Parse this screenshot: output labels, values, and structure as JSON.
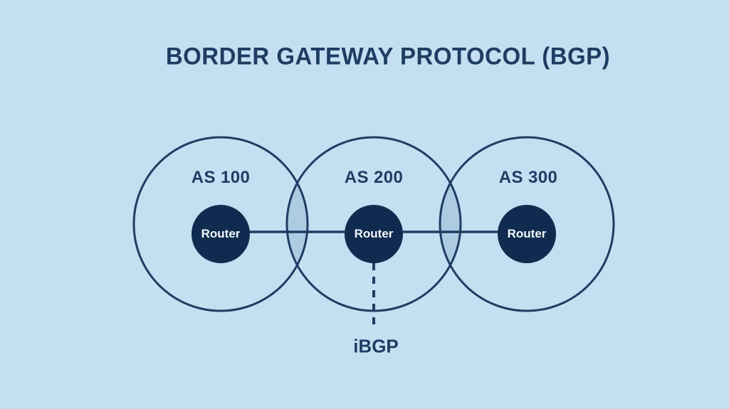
{
  "title": "BORDER GATEWAY PROTOCOL (BGP)",
  "diagram": {
    "as_systems": [
      {
        "label": "AS 100",
        "router_label": "Router"
      },
      {
        "label": "AS 200",
        "router_label": "Router"
      },
      {
        "label": "AS 300",
        "router_label": "Router"
      }
    ],
    "ibgp_label": "iBGP"
  },
  "colors": {
    "background": "#C4DFF1",
    "overlap_fill": "#ADCCE2",
    "navy": "#1E3D63",
    "router_fill": "#0F2C50",
    "router_text": "#F4F8FB"
  }
}
